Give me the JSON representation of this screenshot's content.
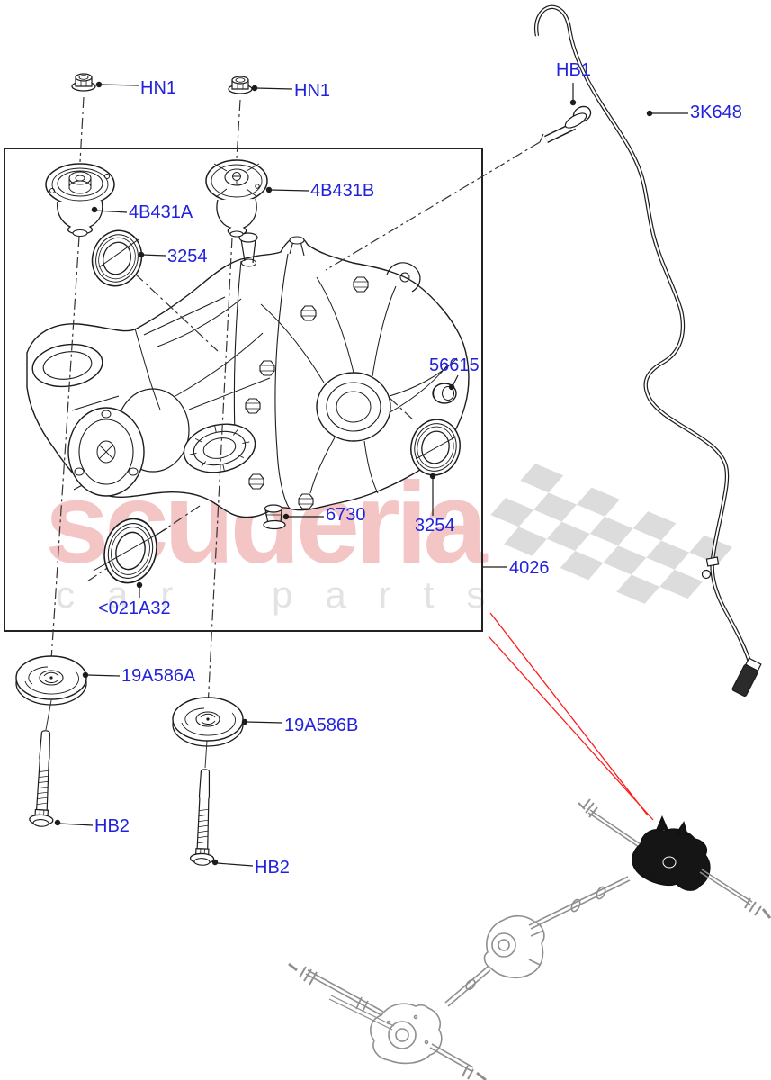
{
  "diagram": {
    "part_labels": {
      "hn1_left": "HN1",
      "hn1_right": "HN1",
      "mount_left": "4B431A",
      "mount_right": "4B431B",
      "seal_top": "3254",
      "bolt_top_right": "HB1",
      "sensor_cable": "3K648",
      "bushing": "56615",
      "drain_plug": "6730",
      "seal_right": "3254",
      "final_drive": "4026",
      "seal_bottom": "<021A32",
      "damper_left": "19A586A",
      "damper_right": "19A586B",
      "bolt_bottom_left": "HB2",
      "bolt_bottom_right": "HB2"
    },
    "colors": {
      "label_blue": "#2222dd",
      "line_black": "#1c1c1c",
      "red_highlight": "#ff1a1a",
      "watermark_pink": "#f4c5c5",
      "watermark_gray": "#e3e3e3",
      "checker_gray": "#dcdcdc",
      "thumbnail_gray": "#8f8f8f"
    }
  },
  "watermark": {
    "brand": "scuderia",
    "word_left": "car",
    "word_right": "parts"
  }
}
